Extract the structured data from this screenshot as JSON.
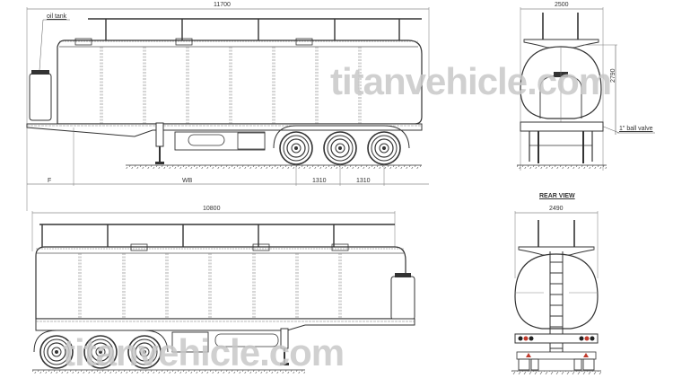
{
  "drawing": {
    "subject": "3 axle fuel tanker semi-trailer technical drawing",
    "side_view_top": {
      "overall_length_label": "11700",
      "oil_tank_label": "oil tank",
      "dim_front_label": "F",
      "dim_wheelbase_label": "WB",
      "axle_spacing_1": "1310",
      "axle_spacing_2": "1310",
      "axle_count": 3
    },
    "front_view": {
      "width_label": "2500",
      "height_label": "2790",
      "ball_valve_label": "1\" ball valve"
    },
    "side_view_bottom": {
      "overall_length_label": "10800",
      "axle_count": 3
    },
    "rear_view": {
      "title": "REAR VIEW",
      "width_label": "2490"
    },
    "watermark": {
      "text_top": "titanvehicle.com",
      "text_bottom": "titanvehicle.com",
      "color": "#c8c8c8"
    },
    "colors": {
      "line": "#333333",
      "light_line": "#888888",
      "lamp_red": "#c0392b",
      "background": "#ffffff"
    }
  }
}
